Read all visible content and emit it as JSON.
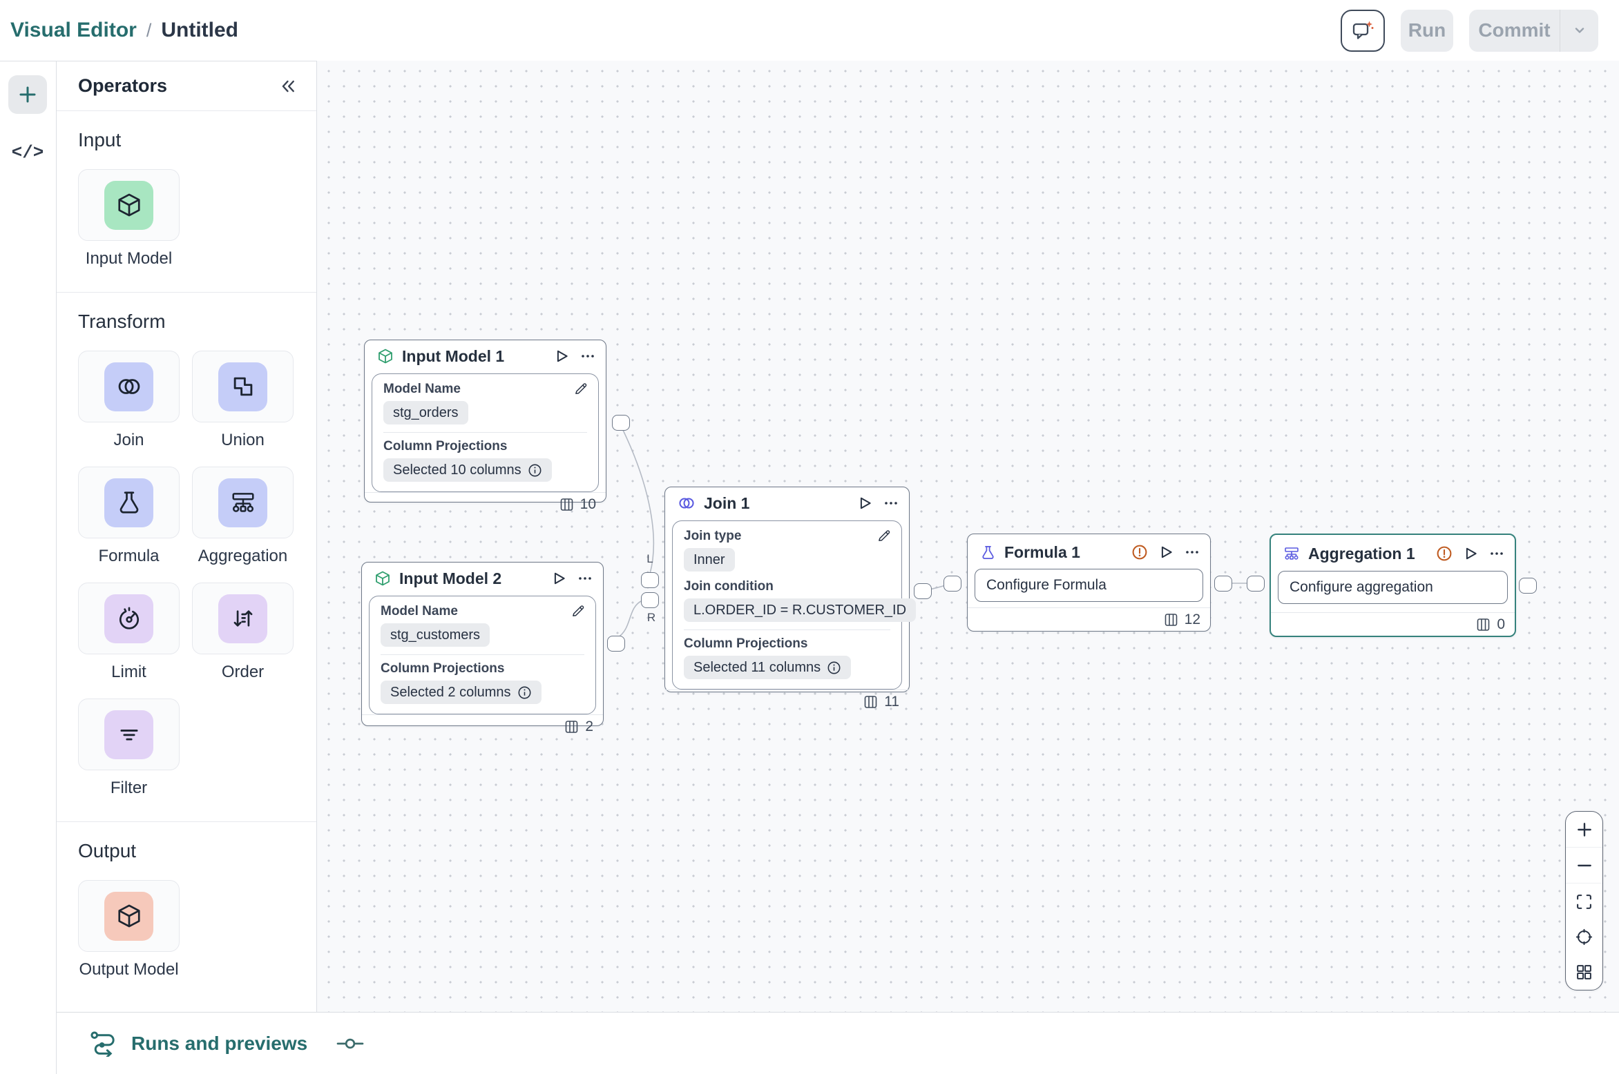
{
  "header": {
    "breadcrumb": {
      "app": "Visual Editor",
      "separator": "/",
      "page": "Untitled"
    },
    "run": "Run",
    "commit": "Commit"
  },
  "operators": {
    "title": "Operators",
    "sections": {
      "input": "Input",
      "transform": "Transform",
      "output": "Output"
    },
    "items": {
      "input_model": "Input Model",
      "join": "Join",
      "union": "Union",
      "formula": "Formula",
      "aggregation": "Aggregation",
      "limit": "Limit",
      "order": "Order",
      "filter": "Filter",
      "output_model": "Output Model"
    }
  },
  "nodes": {
    "im1": {
      "title": "Input Model 1",
      "model_name_label": "Model Name",
      "model_name": "stg_orders",
      "projections_label": "Column Projections",
      "projections": "Selected 10 columns",
      "count": "10"
    },
    "im2": {
      "title": "Input Model 2",
      "model_name_label": "Model Name",
      "model_name": "stg_customers",
      "projections_label": "Column Projections",
      "projections": "Selected 2 columns",
      "count": "2"
    },
    "join": {
      "title": "Join 1",
      "type_label": "Join type",
      "type_value": "Inner",
      "condition_label": "Join condition",
      "condition_value": "L.ORDER_ID = R.CUSTOMER_ID",
      "projections_label": "Column Projections",
      "projections": "Selected 11 columns",
      "count": "11",
      "left_port_label": "L",
      "right_port_label": "R"
    },
    "formula": {
      "title": "Formula 1",
      "action": "Configure Formula",
      "count": "12"
    },
    "agg": {
      "title": "Aggregation 1",
      "action": "Configure aggregation",
      "count": "0"
    }
  },
  "bottom_bar": {
    "runs_label": "Runs and previews"
  },
  "colors": {
    "accent": "#266d6d",
    "selected_node_border": "#35827c",
    "warning": "#bf5b21",
    "node_icon_green": "#2f9e6e",
    "node_icon_indigo": "#5a5ae0",
    "tile_input": "#a8e6c1",
    "tile_transform": "#c5cdf8",
    "tile_shape": "#e2d3f6",
    "tile_output": "#f6c9bb"
  }
}
